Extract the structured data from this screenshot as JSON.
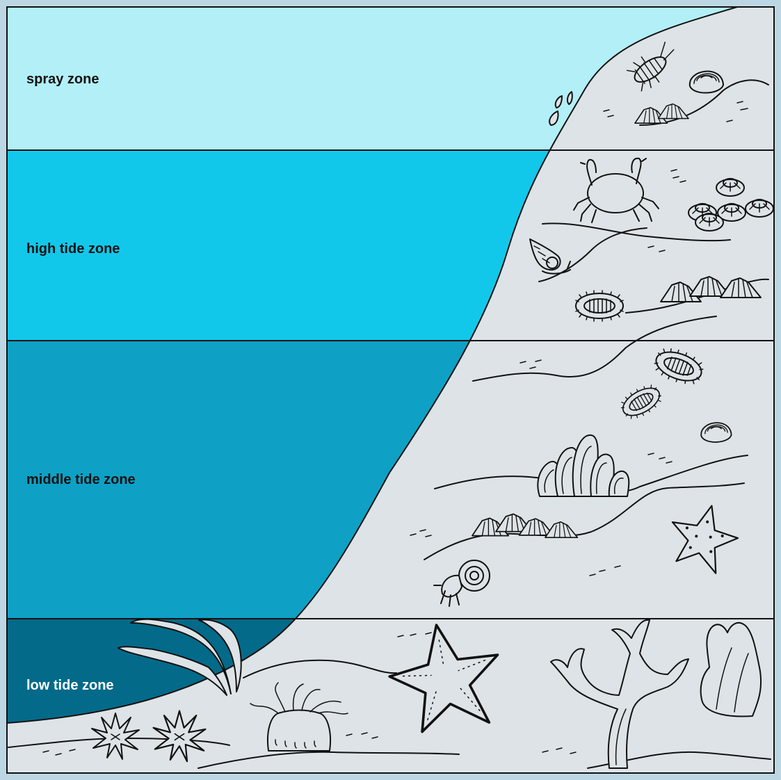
{
  "zones": [
    {
      "id": "spray",
      "label": "spray zone",
      "color": "#b2eff6",
      "label_color": "#111111"
    },
    {
      "id": "high",
      "label": "high tide zone",
      "color": "#12c8ea",
      "label_color": "#111111"
    },
    {
      "id": "middle",
      "label": "middle tide zone",
      "color": "#0ea1c5",
      "label_color": "#111111"
    },
    {
      "id": "low",
      "label": "low tide zone",
      "color": "#036a8a",
      "label_color": "#ffffff"
    }
  ],
  "shore_color": "#dde3e6",
  "frame_color": "#bcd7e3",
  "organism_icons": [
    "sea-louse-icon",
    "clam-icon",
    "barnacle-icon",
    "water-splash-icon",
    "crab-icon",
    "limpet-icon",
    "snail-icon",
    "chiton-icon",
    "mussel-icon",
    "sea-star-icon",
    "hermit-crab-icon",
    "kelp-icon",
    "sea-urchin-icon",
    "sea-anemone-icon",
    "coral-icon",
    "seaweed-icon"
  ]
}
